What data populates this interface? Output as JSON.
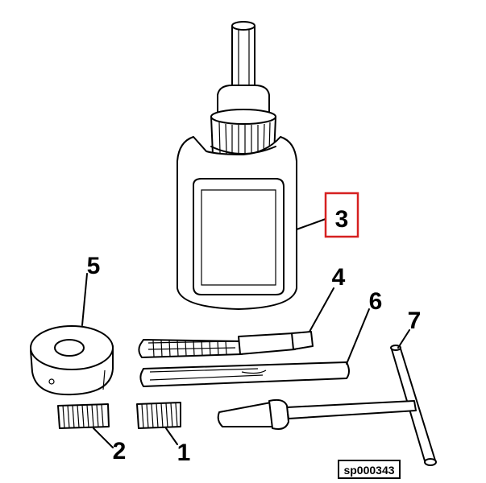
{
  "callouts": {
    "c1": "1",
    "c2": "2",
    "c3": "3",
    "c4": "4",
    "c5": "5",
    "c6": "6",
    "c7": "7"
  },
  "reference_code": "sp000343",
  "colors": {
    "line": "#000000",
    "background": "#ffffff",
    "highlight_box": "#d62020"
  }
}
